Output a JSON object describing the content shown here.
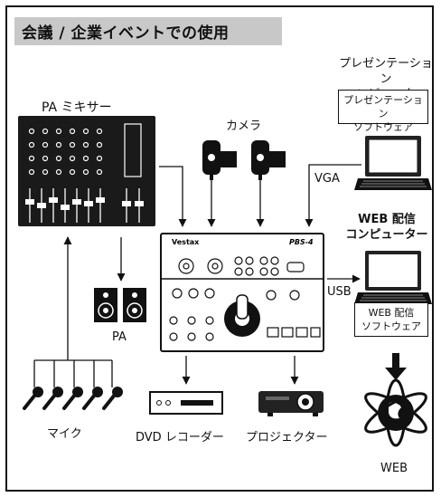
{
  "title": "会議 / 企業イベントでの使用",
  "labels": {
    "pa_mixer": "PA ミキサー",
    "camera": "カメラ",
    "presentation_pc": "プレゼンテーション\nコンピューター",
    "presentation_sw": "プレゼンテーション\nソフトウェア",
    "vga": "VGA",
    "web_pc": "WEB 配信\nコンピューター",
    "web_sw": "WEB 配信\nソフトウェア",
    "usb": "USB",
    "pa": "PA",
    "mic": "マイク",
    "dvd": "DVD レコーダー",
    "projector": "プロジェクター",
    "web": "WEB",
    "device_brand": "Vestax",
    "device_model": "PBS-4"
  }
}
